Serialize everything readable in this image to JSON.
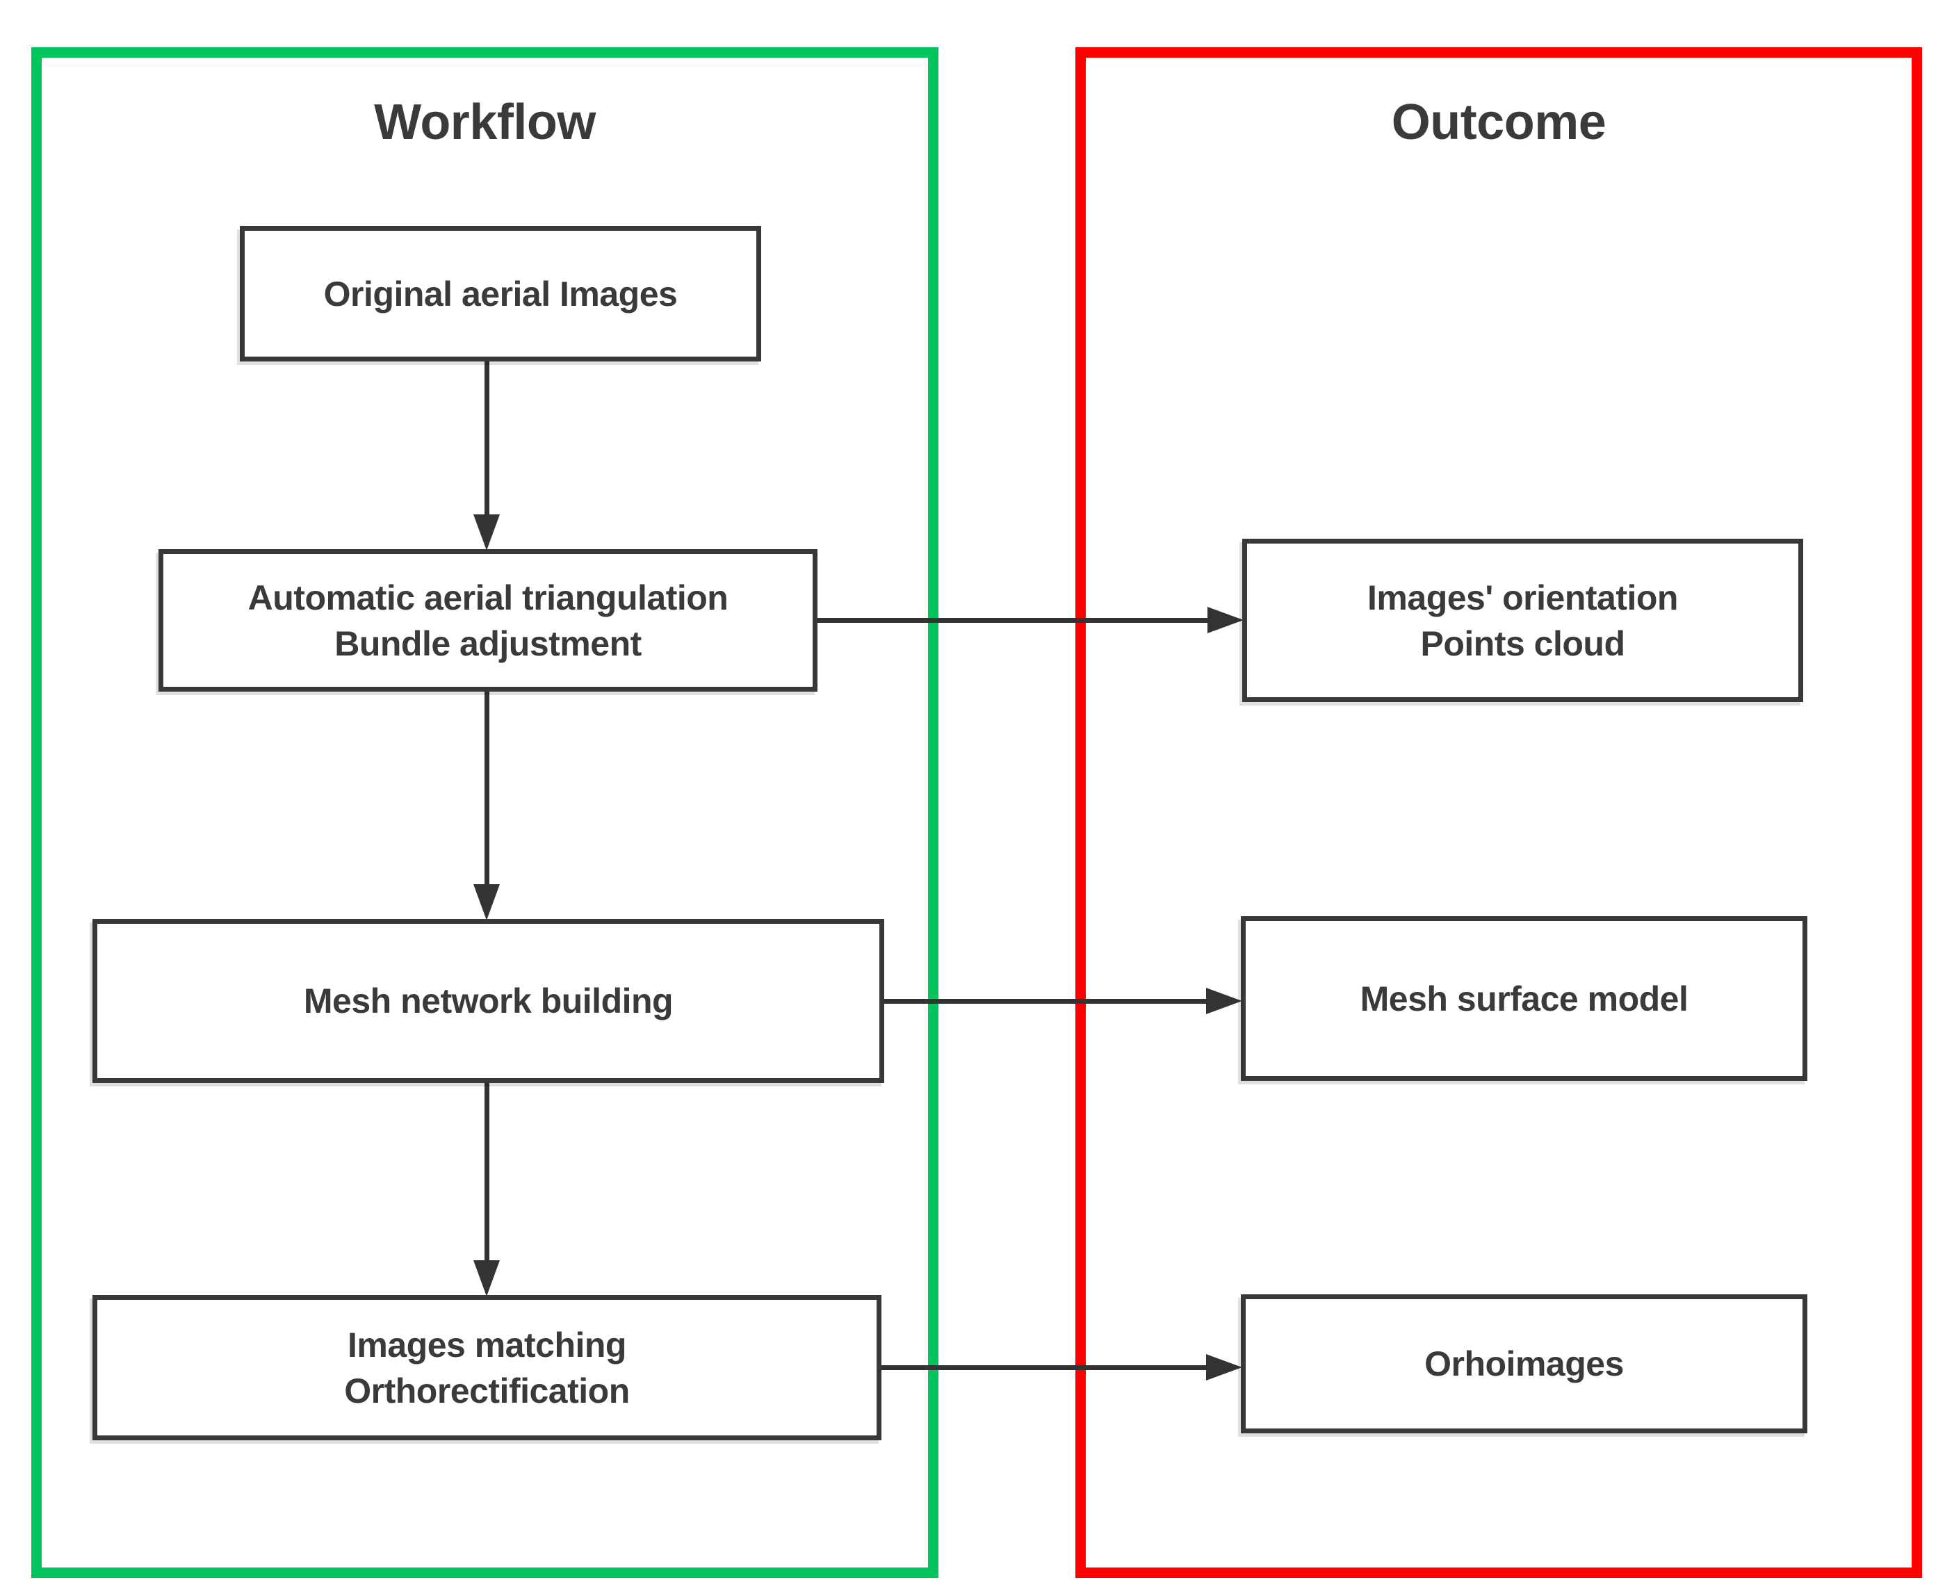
{
  "colors": {
    "workflow_border": "#00C45C",
    "outcome_border": "#FF0000",
    "box_border": "#383838",
    "text": "#3A3A3A",
    "arrow": "#333333",
    "background": "#FFFFFF"
  },
  "workflow": {
    "title": "Workflow",
    "nodes": [
      {
        "id": "original-aerial-images",
        "line1": "Original aerial Images",
        "line2": ""
      },
      {
        "id": "automatic-aerial-triangulation",
        "line1": "Automatic aerial triangulation",
        "line2": "Bundle adjustment"
      },
      {
        "id": "mesh-network-building",
        "line1": "Mesh network building",
        "line2": ""
      },
      {
        "id": "images-matching",
        "line1": "Images matching",
        "line2": "Orthorectification"
      }
    ]
  },
  "outcome": {
    "title": "Outcome",
    "nodes": [
      {
        "id": "images-orientation",
        "line1": "Images' orientation",
        "line2": "Points cloud"
      },
      {
        "id": "mesh-surface-model",
        "line1": "Mesh surface model",
        "line2": ""
      },
      {
        "id": "orhoimages",
        "line1": "Orhoimages",
        "line2": ""
      }
    ]
  },
  "edges": [
    {
      "from": "original-aerial-images",
      "to": "automatic-aerial-triangulation",
      "direction": "down"
    },
    {
      "from": "automatic-aerial-triangulation",
      "to": "mesh-network-building",
      "direction": "down"
    },
    {
      "from": "mesh-network-building",
      "to": "images-matching",
      "direction": "down"
    },
    {
      "from": "automatic-aerial-triangulation",
      "to": "images-orientation",
      "direction": "right"
    },
    {
      "from": "mesh-network-building",
      "to": "mesh-surface-model",
      "direction": "right"
    },
    {
      "from": "images-matching",
      "to": "orhoimages",
      "direction": "right"
    }
  ]
}
